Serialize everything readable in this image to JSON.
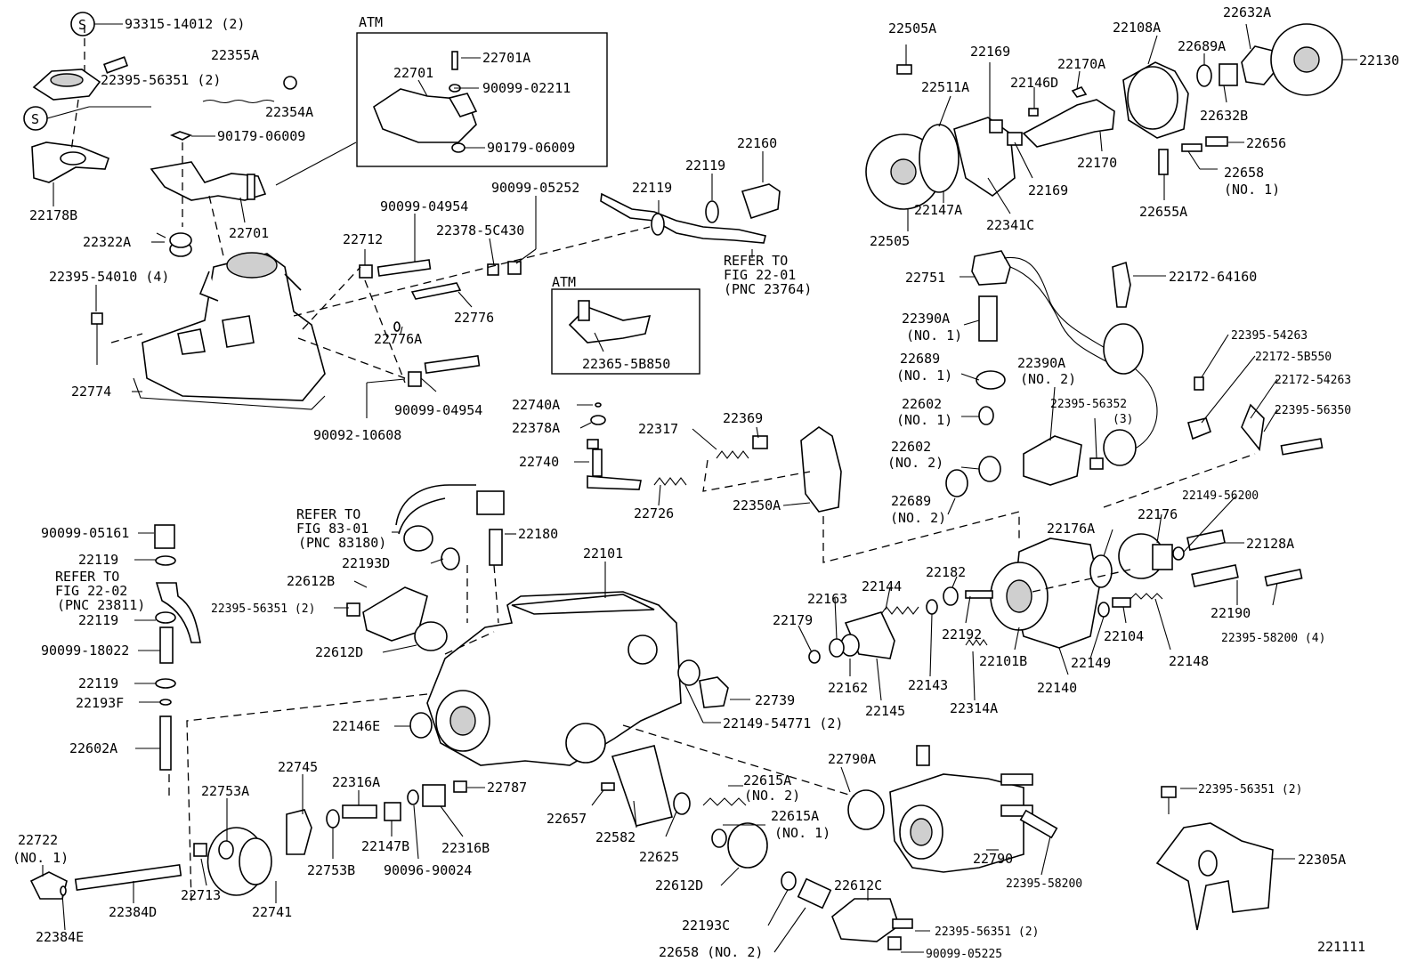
{
  "figure_code": "221111",
  "callouts": {
    "s_a": "S",
    "s_b": "S",
    "c93315": "93315-14012 (2)",
    "c22355a": "22355A",
    "c22395_56351_2a": "22395-56351 (2)",
    "c22354a": "22354A",
    "c90179_06009a": "90179-06009",
    "c22178b": "22178B",
    "c22322a": "22322A",
    "c22701": "22701",
    "c22395_54010": "22395-54010 (4)",
    "c22774": "22774",
    "atm1": "ATM",
    "c22701_atm": "22701",
    "c22701a": "22701A",
    "c90099_02211": "90099-02211",
    "c90179_06009b": "90179-06009",
    "c90099_04954a": "90099-04954",
    "c22712": "22712",
    "c22378_5c430": "22378-5C430",
    "c90099_05252": "90099-05252",
    "c22776": "22776",
    "c22776a": "22776A",
    "c90099_04954b": "90099-04954",
    "c90092_10608": "90092-10608",
    "c22119a": "22119",
    "c22119b": "22119",
    "c22160": "22160",
    "refer1_a": "REFER TO",
    "refer1_b": "FIG 22-01",
    "refer1_c": "(PNC 23764)",
    "atm2": "ATM",
    "c22365_5b850": "22365-5B850",
    "c22740a": "22740A",
    "c22378a": "22378A",
    "c22740": "22740",
    "c22317": "22317",
    "c22369": "22369",
    "c22726": "22726",
    "c22350a": "22350A",
    "refer2_a": "REFER TO",
    "refer2_b": "FIG 83-01",
    "refer2_c": "(PNC 83180)",
    "c22180": "22180",
    "c22193d": "22193D",
    "c22101": "22101",
    "c22612b": "22612B",
    "c22395_56351_2b": "22395-56351 (2)",
    "c22612d_a": "22612D",
    "c90099_05161": "90099-05161",
    "c22119c": "22119",
    "refer3_a": "REFER TO",
    "refer3_b": "FIG 22-02",
    "refer3_c": "(PNC 23811)",
    "c22119d": "22119",
    "c90099_18022": "90099-18022",
    "c22119e": "22119",
    "c22193f": "22193F",
    "c22602a": "22602A",
    "c22146e": "22146E",
    "c22739": "22739",
    "c22149_54771": "22149-54771 (2)",
    "c22745": "22745",
    "c22753a": "22753A",
    "c22316a": "22316A",
    "c22787": "22787",
    "c22722": "22722",
    "c22722_no": "(NO. 1)",
    "c22713": "22713",
    "c22741": "22741",
    "c22753b": "22753B",
    "c22147b": "22147B",
    "c22316b": "22316B",
    "c90096_90024": "90096-90024",
    "c22384d": "22384D",
    "c22384e": "22384E",
    "c22657": "22657",
    "c22582": "22582",
    "c22625": "22625",
    "c22615a_2": "22615A",
    "c22615a_2no": "(NO. 2)",
    "c22615a_1": "22615A",
    "c22615a_1no": "(NO. 1)",
    "c22612d_b": "22612D",
    "c22790a": "22790A",
    "c22790": "22790",
    "c22395_58200": "22395-58200",
    "c22193c": "22193C",
    "c22612c": "22612C",
    "c22395_56351_2c": "22395-56351 (2)",
    "c22658_2": "22658 (NO. 2)",
    "c90099_05225": "90099-05225",
    "c22505a": "22505A",
    "c22169a": "22169",
    "c22511a": "22511A",
    "c22146d": "22146D",
    "c22170a": "22170A",
    "c22108a": "22108A",
    "c22632a": "22632A",
    "c22689a": "22689A",
    "c22130": "22130",
    "c22632b": "22632B",
    "c22656": "22656",
    "c22658_1": "22658",
    "c22658_1no": "(NO. 1)",
    "c22655a": "22655A",
    "c22170": "22170",
    "c22169b": "22169",
    "c22505": "22505",
    "c22147a": "22147A",
    "c22341c": "22341C",
    "c22751": "22751",
    "c22172_64160": "22172-64160",
    "c22390a_1": "22390A",
    "c22390a_1no": "(NO. 1)",
    "c22689_1": "22689",
    "c22689_1no": "(NO. 1)",
    "c22390a_2": "22390A",
    "c22390a_2no": "(NO. 2)",
    "c22602_1": "22602",
    "c22602_1no": "(NO. 1)",
    "c22395_56352": "22395-56352",
    "c22395_56352_n": "(3)",
    "c22602_2": "22602",
    "c22602_2no": "(NO. 2)",
    "c22689_2": "22689",
    "c22689_2no": "(NO. 2)",
    "c22395_54263": "22395-54263",
    "c22172_5b550": "22172-5B550",
    "c22172_54263": "22172-54263",
    "c22395_56350": "22395-56350",
    "c22149_56200": "22149-56200",
    "c22176a": "22176A",
    "c22176": "22176",
    "c22128a": "22128A",
    "c22182": "22182",
    "c22144": "22144",
    "c22163": "22163",
    "c22179": "22179",
    "c22192": "22192",
    "c22101b": "22101B",
    "c22104": "22104",
    "c22190": "22190",
    "c22395_58200_4": "22395-58200 (4)",
    "c22149": "22149",
    "c22148": "22148",
    "c22162": "22162",
    "c22143": "22143",
    "c22140": "22140",
    "c22145": "22145",
    "c22314a": "22314A",
    "c22395_56351_2d": "22395-56351 (2)",
    "c22305a": "22305A"
  }
}
